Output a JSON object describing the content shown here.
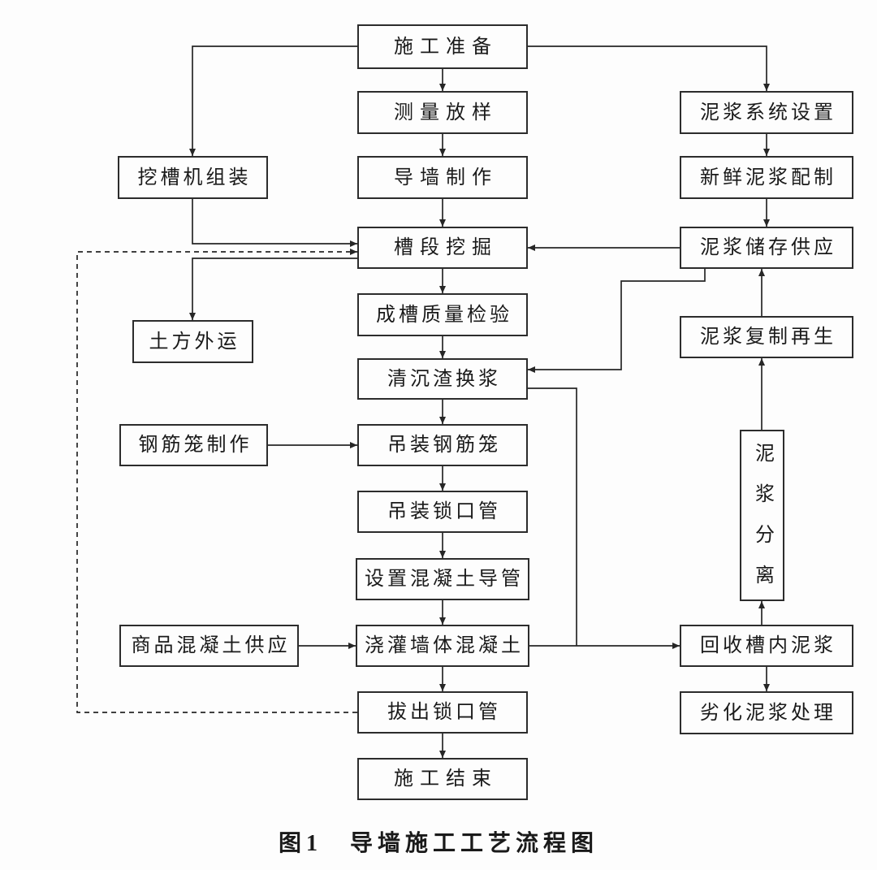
{
  "figure": {
    "caption": "图1　导墙施工工艺流程图"
  },
  "nodes": {
    "prep": {
      "label": "施工准备"
    },
    "survey": {
      "label": "测量放样"
    },
    "guide_wall": {
      "label": "导墙制作"
    },
    "excavate": {
      "label": "槽段挖掘"
    },
    "quality": {
      "label": "成槽质量检验"
    },
    "sediment": {
      "label": "清沉渣换浆"
    },
    "hoist_cage": {
      "label": "吊装钢筋笼"
    },
    "hoist_pipe": {
      "label": "吊装锁口管"
    },
    "conduit": {
      "label": "设置混凝土导管"
    },
    "pour": {
      "label": "浇灌墙体混凝土"
    },
    "pull_pipe": {
      "label": "拔出锁口管"
    },
    "finish": {
      "label": "施工结束"
    },
    "excavator": {
      "label": "挖槽机组装"
    },
    "earth": {
      "label": "土方外运"
    },
    "cage_make": {
      "label": "钢筋笼制作"
    },
    "concrete_supply": {
      "label": "商品混凝土供应"
    },
    "slurry_system": {
      "label": "泥浆系统设置"
    },
    "fresh_slurry": {
      "label": "新鲜泥浆配制"
    },
    "slurry_storage": {
      "label": "泥浆储存供应"
    },
    "slurry_regen": {
      "label": "泥浆复制再生"
    },
    "slurry_separation": {
      "label": "泥浆分离"
    },
    "recover_slurry": {
      "label": "回收槽内泥浆"
    },
    "waste_slurry": {
      "label": "劣化泥浆处理"
    }
  },
  "edges": [
    {
      "from": "prep",
      "to": "survey",
      "style": "solid"
    },
    {
      "from": "survey",
      "to": "guide_wall",
      "style": "solid"
    },
    {
      "from": "guide_wall",
      "to": "excavate",
      "style": "solid"
    },
    {
      "from": "excavate",
      "to": "quality",
      "style": "solid"
    },
    {
      "from": "quality",
      "to": "sediment",
      "style": "solid"
    },
    {
      "from": "sediment",
      "to": "hoist_cage",
      "style": "solid"
    },
    {
      "from": "hoist_cage",
      "to": "hoist_pipe",
      "style": "solid"
    },
    {
      "from": "hoist_pipe",
      "to": "conduit",
      "style": "solid"
    },
    {
      "from": "conduit",
      "to": "pour",
      "style": "solid"
    },
    {
      "from": "pour",
      "to": "pull_pipe",
      "style": "solid"
    },
    {
      "from": "pull_pipe",
      "to": "finish",
      "style": "solid"
    },
    {
      "from": "prep",
      "to": "excavator",
      "style": "solid"
    },
    {
      "from": "excavator",
      "to": "excavate",
      "style": "solid"
    },
    {
      "from": "excavate",
      "to": "earth",
      "style": "solid"
    },
    {
      "from": "prep",
      "to": "slurry_system",
      "style": "solid"
    },
    {
      "from": "slurry_system",
      "to": "fresh_slurry",
      "style": "solid"
    },
    {
      "from": "fresh_slurry",
      "to": "slurry_storage",
      "style": "solid"
    },
    {
      "from": "slurry_storage",
      "to": "excavate",
      "style": "solid"
    },
    {
      "from": "slurry_storage",
      "to": "sediment",
      "style": "solid"
    },
    {
      "from": "cage_make",
      "to": "hoist_cage",
      "style": "solid"
    },
    {
      "from": "concrete_supply",
      "to": "pour",
      "style": "solid"
    },
    {
      "from": "pour",
      "to": "recover_slurry",
      "style": "solid"
    },
    {
      "from": "sediment",
      "to": "recover_slurry",
      "style": "solid"
    },
    {
      "from": "recover_slurry",
      "to": "slurry_separation",
      "style": "solid"
    },
    {
      "from": "slurry_separation",
      "to": "slurry_regen",
      "style": "solid"
    },
    {
      "from": "slurry_regen",
      "to": "slurry_storage",
      "style": "solid"
    },
    {
      "from": "recover_slurry",
      "to": "waste_slurry",
      "style": "solid"
    },
    {
      "from": "pull_pipe",
      "to": "excavate",
      "style": "dashed"
    }
  ]
}
